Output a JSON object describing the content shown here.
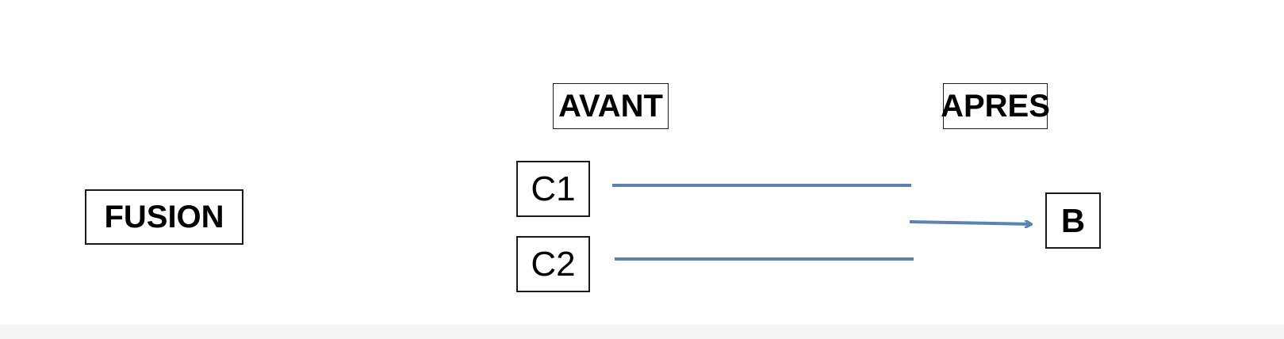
{
  "labels": {
    "fusion": "FUSION",
    "avant": "AVANT",
    "apres": "APRES",
    "c1": "C1",
    "c2": "C2",
    "b": "B"
  },
  "colors": {
    "connector": "#5a82b8",
    "border": "#1a1a1a",
    "text": "#000000",
    "background": "#ffffff"
  }
}
